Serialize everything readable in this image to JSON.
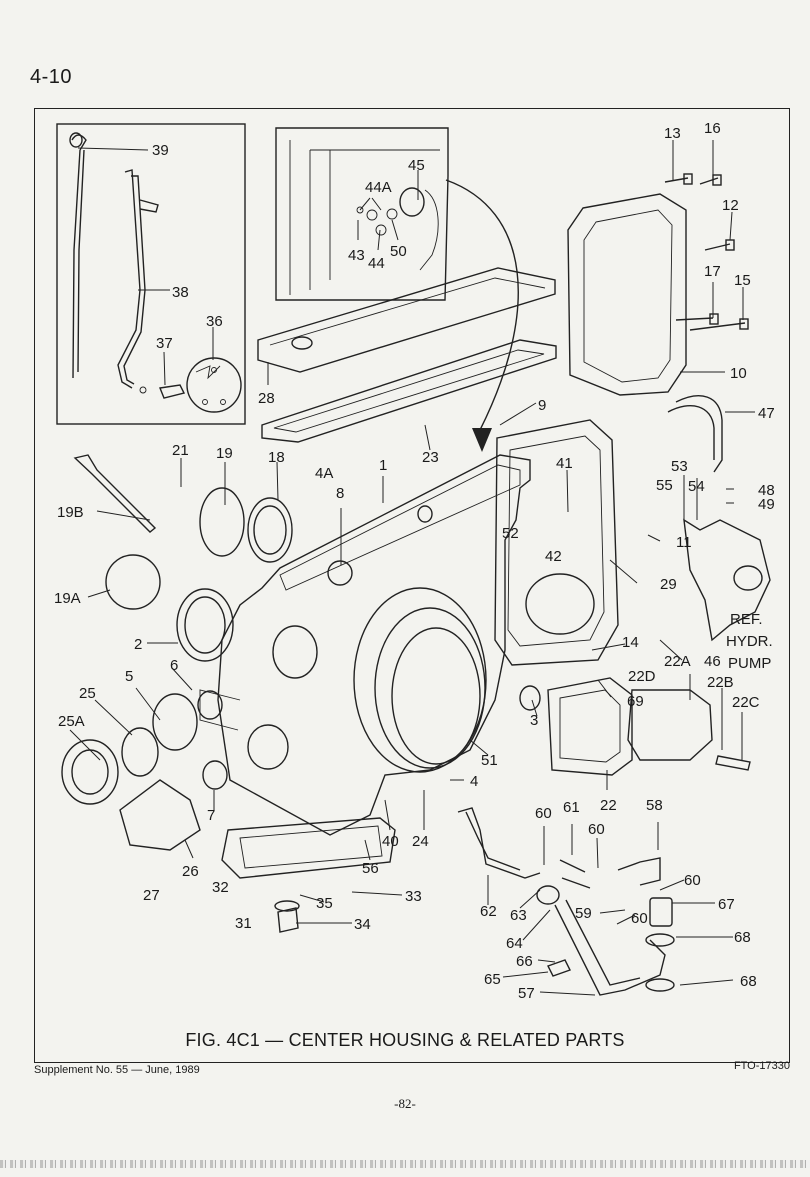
{
  "page_number": "4-10",
  "caption": "FIG. 4C1 — CENTER HOUSING & RELATED PARTS",
  "footer_left": "Supplement No. 55 — June, 1989",
  "footer_right": "FTO-17330",
  "folio": "-82-",
  "callouts": [
    {
      "id": "c39",
      "text": "39"
    },
    {
      "id": "c38",
      "text": "38"
    },
    {
      "id": "c36",
      "text": "36"
    },
    {
      "id": "c37",
      "text": "37"
    },
    {
      "id": "c45",
      "text": "45"
    },
    {
      "id": "c44a_top",
      "text": "44A"
    },
    {
      "id": "c43",
      "text": "43"
    },
    {
      "id": "c44",
      "text": "44"
    },
    {
      "id": "c50",
      "text": "50"
    },
    {
      "id": "c28",
      "text": "28"
    },
    {
      "id": "c23",
      "text": "23"
    },
    {
      "id": "c13",
      "text": "13"
    },
    {
      "id": "c16",
      "text": "16"
    },
    {
      "id": "c12",
      "text": "12"
    },
    {
      "id": "c17",
      "text": "17"
    },
    {
      "id": "c15",
      "text": "15"
    },
    {
      "id": "c10",
      "text": "10"
    },
    {
      "id": "c9",
      "text": "9"
    },
    {
      "id": "c47",
      "text": "47"
    },
    {
      "id": "c21",
      "text": "21"
    },
    {
      "id": "c19",
      "text": "19"
    },
    {
      "id": "c18",
      "text": "18"
    },
    {
      "id": "c4a",
      "text": "4A"
    },
    {
      "id": "c8",
      "text": "8"
    },
    {
      "id": "c1",
      "text": "1"
    },
    {
      "id": "c41",
      "text": "41"
    },
    {
      "id": "c53",
      "text": "53"
    },
    {
      "id": "c55",
      "text": "55"
    },
    {
      "id": "c54",
      "text": "54"
    },
    {
      "id": "c48",
      "text": "48"
    },
    {
      "id": "c49",
      "text": "49"
    },
    {
      "id": "c19b",
      "text": "19B"
    },
    {
      "id": "c52",
      "text": "52"
    },
    {
      "id": "c42",
      "text": "42"
    },
    {
      "id": "c11",
      "text": "11"
    },
    {
      "id": "c29",
      "text": "29"
    },
    {
      "id": "c19a",
      "text": "19A"
    },
    {
      "id": "c2",
      "text": "2"
    },
    {
      "id": "c14",
      "text": "14"
    },
    {
      "id": "c22a",
      "text": "22A"
    },
    {
      "id": "c46",
      "text": "46"
    },
    {
      "id": "c6",
      "text": "6"
    },
    {
      "id": "c22d",
      "text": "22D"
    },
    {
      "id": "c5",
      "text": "5"
    },
    {
      "id": "c25",
      "text": "25"
    },
    {
      "id": "c22b",
      "text": "22B"
    },
    {
      "id": "c22c",
      "text": "22C"
    },
    {
      "id": "c25a",
      "text": "25A"
    },
    {
      "id": "c69",
      "text": "69"
    },
    {
      "id": "c3",
      "text": "3"
    },
    {
      "id": "c51",
      "text": "51"
    },
    {
      "id": "c4",
      "text": "4"
    },
    {
      "id": "c7",
      "text": "7"
    },
    {
      "id": "c40",
      "text": "40"
    },
    {
      "id": "c24",
      "text": "24"
    },
    {
      "id": "c22",
      "text": "22"
    },
    {
      "id": "c58",
      "text": "58"
    },
    {
      "id": "c60a",
      "text": "60"
    },
    {
      "id": "c61",
      "text": "61"
    },
    {
      "id": "c60b",
      "text": "60"
    },
    {
      "id": "c26",
      "text": "26"
    },
    {
      "id": "c56",
      "text": "56"
    },
    {
      "id": "c27",
      "text": "27"
    },
    {
      "id": "c32",
      "text": "32"
    },
    {
      "id": "c33",
      "text": "33"
    },
    {
      "id": "c35",
      "text": "35"
    },
    {
      "id": "c60c",
      "text": "60"
    },
    {
      "id": "c67",
      "text": "67"
    },
    {
      "id": "c31",
      "text": "31"
    },
    {
      "id": "c34",
      "text": "34"
    },
    {
      "id": "c62",
      "text": "62"
    },
    {
      "id": "c63",
      "text": "63"
    },
    {
      "id": "c59",
      "text": "59"
    },
    {
      "id": "c60d",
      "text": "60"
    },
    {
      "id": "c68a",
      "text": "68"
    },
    {
      "id": "c64",
      "text": "64"
    },
    {
      "id": "c66",
      "text": "66"
    },
    {
      "id": "c65",
      "text": "65"
    },
    {
      "id": "c68b",
      "text": "68"
    },
    {
      "id": "c57",
      "text": "57"
    }
  ],
  "ref_note": {
    "line1": "REF.",
    "line2": "HYDR.",
    "line3": "PUMP"
  }
}
